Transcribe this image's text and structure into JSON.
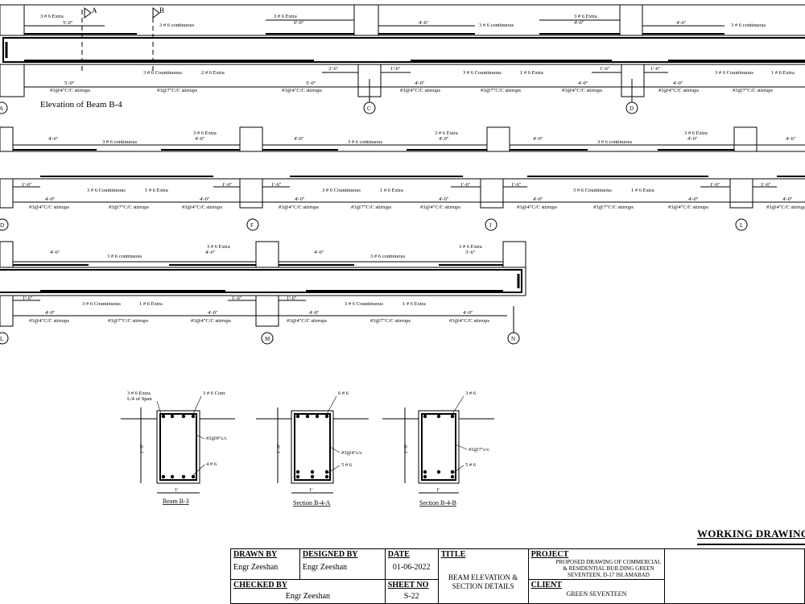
{
  "elevation": {
    "title": "Elevation of Beam B-4",
    "section_marks": [
      "A",
      "B"
    ],
    "supports": [
      "A",
      "C",
      "D",
      "D",
      "F",
      "J",
      "L",
      "L",
      "M",
      "N"
    ]
  },
  "labels": {
    "extra_top": "3 # 6 Extra",
    "cont_top": "3 # 6 continuous",
    "cont_bot": "3 # 6 Countinuous",
    "one_extra": "1 # 6 Extra",
    "two_extra": "2 # 6 Extra",
    "stir4": "#3@4\"C/C stirrups",
    "stir7": "#3@7\"C/C stirrups"
  },
  "dims": {
    "d5_0": "5'-0\"",
    "d6_6": "6'-6\"",
    "d4_6": "4'-6\"",
    "d4_0": "4'-0\"",
    "d2_6": "2'-6\"",
    "d1_6": "1'-6\"",
    "d3_6": "3'-6\"",
    "d1_9": "1'-9\"",
    "d1": "1'"
  },
  "sections": [
    {
      "name": "Beam B-3",
      "top_label": "3 # 6 Cont",
      "extra_label": "3 # 6 Extra",
      "extra_sub": "L/4 of Span",
      "stirrup": "#3@#\"c/c",
      "bottom_label": "4 # 6"
    },
    {
      "name": "Section B-4-A",
      "top_label": "6 # 6",
      "stirrup": "#3@4\"c/c",
      "bottom_label": "5 # 6"
    },
    {
      "name": "Section B-4-B",
      "top_label": "3 # 6",
      "stirrup": "#3@7\"c/c",
      "bottom_label": "5 # 6"
    }
  ],
  "stamp": "WORKING DRAWING",
  "title_block": {
    "drawn_by_label": "DRAWN BY",
    "drawn_by": "Engr Zeeshan",
    "designed_by_label": "DESIGNED BY",
    "designed_by": "Engr Zeeshan",
    "checked_by_label": "CHECKED BY",
    "checked_by": "Engr Zeeshan",
    "date_label": "DATE",
    "date": "01-06-2022",
    "sheet_label": "SHEET NO",
    "sheet": "S-22",
    "title_label": "TITLE",
    "title": "BEAM ELEVATION & SECTION DETAILS",
    "project_label": "PROJECT",
    "project": "PROPOSED DRAWING OF COMMERCIAL & RESIDENTIAL BUILDING GREEN SEVENTEEN, D-17 ISLAMABAD",
    "client_label": "CLIENT",
    "client": "GREEN SEVENTEEN"
  }
}
